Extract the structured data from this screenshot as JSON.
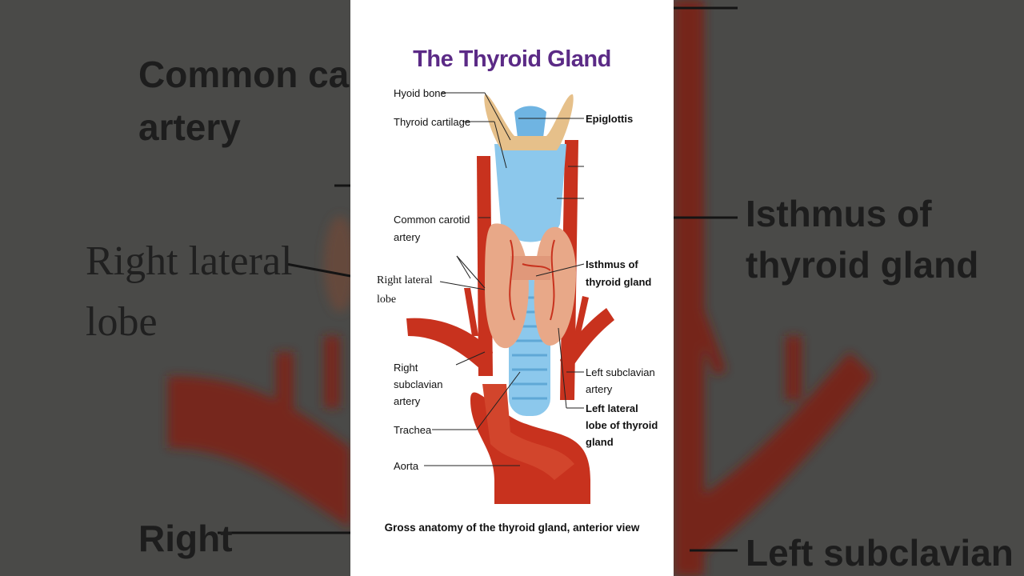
{
  "diagram": {
    "title": "The Thyroid Gland",
    "caption": "Gross anatomy of the thyroid gland, anterior view",
    "labels": {
      "hyoid_bone": "Hyoid bone",
      "thyroid_cartilage": "Thyroid cartilage",
      "epiglottis": "Epiglottis",
      "common_carotid_1": "Common carotid",
      "common_carotid_2": "artery",
      "right_lateral_1": "Right lateral",
      "right_lateral_2": "lobe",
      "isthmus_1": "Isthmus of",
      "isthmus_2": "thyroid gland",
      "right_subclavian_1": "Right",
      "right_subclavian_2": "subclavian",
      "right_subclavian_3": "artery",
      "left_subclavian_1": "Left subclavian",
      "left_subclavian_2": "artery",
      "left_lateral_1": "Left lateral",
      "left_lateral_2": "lobe of thyroid",
      "left_lateral_3": "gland",
      "trachea": "Trachea",
      "aorta": "Aorta"
    }
  },
  "background_left": {
    "common_carotid_1": "Common carotid",
    "common_carotid_2": "artery",
    "right_lateral_1": "Right lateral",
    "right_lateral_2": "lobe",
    "right": "Right"
  },
  "background_right": {
    "isthmus_1": "Isthmus of",
    "isthmus_2": "thyroid gland",
    "left_subclavian": "Left subclavian"
  },
  "colors": {
    "title": "#5b2a86",
    "artery": "#c8321e",
    "cartilage": "#8cc8ec",
    "thyroid": "#e8a888",
    "hyoid": "#e6c08a"
  }
}
